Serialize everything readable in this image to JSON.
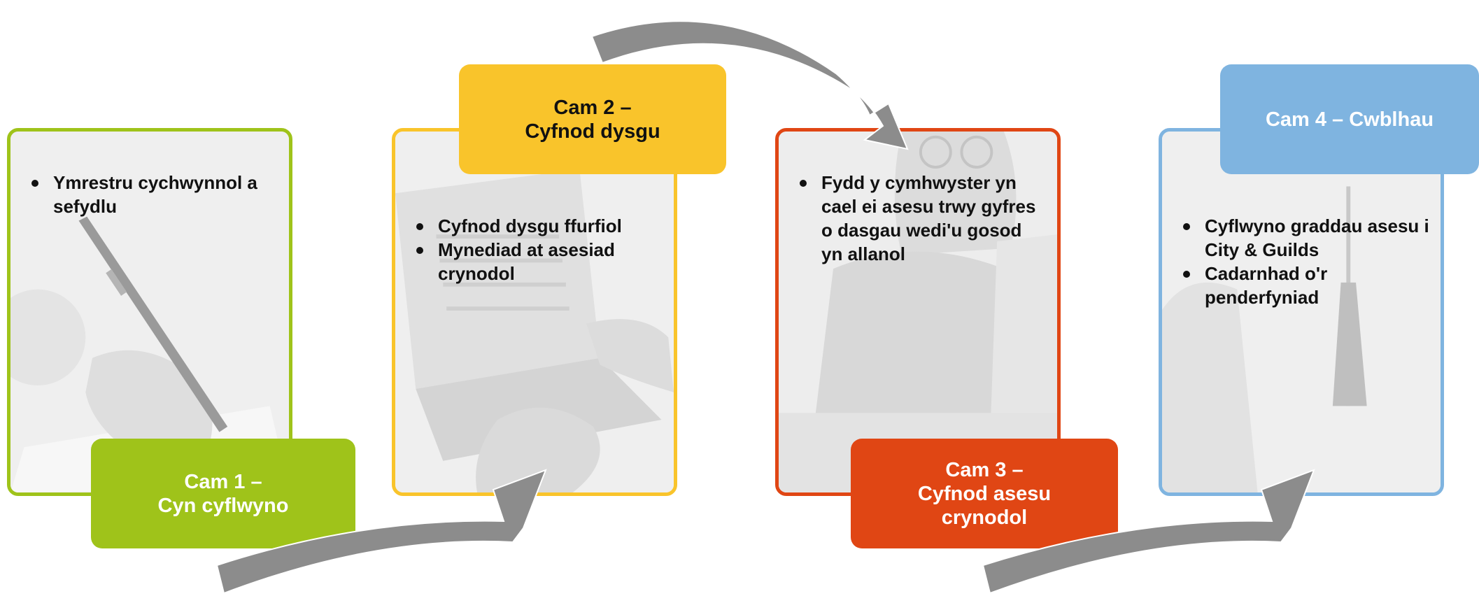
{
  "colors": {
    "stage1": "#9fc31a",
    "stage2": "#f9c42b",
    "stage3": "#e04614",
    "stage4": "#7fb4e0",
    "arrow": "#8c8c8c"
  },
  "stages": [
    {
      "title": "Cam 1 –\nCyn cyflwyno",
      "items": [
        "Ymrestru cychwynnol a sefydlu"
      ],
      "photo_icon": "hand-writing-photo"
    },
    {
      "title": "Cam 2 –\nCyfnod dysgu",
      "items": [
        "Cyfnod dysgu ffurfiol",
        "Mynediad at asesiad crynodol"
      ],
      "photo_icon": "laptop-calendar-photo"
    },
    {
      "title": "Cam 3 –\nCyfnod asesu\ncrynodol",
      "items": [
        "Fydd y cymhwyster yn cael ei asesu trwy gyfres o dasgau wedi'u gosod yn allanol"
      ],
      "photo_icon": "student-studying-photo"
    },
    {
      "title": "Cam 4 – Cwblhau",
      "items": [
        "Cyflwyno graddau asesu i City & Guilds",
        "Cadarnhad o'r penderfyniad"
      ],
      "photo_icon": "graduation-tassel-photo"
    }
  ]
}
